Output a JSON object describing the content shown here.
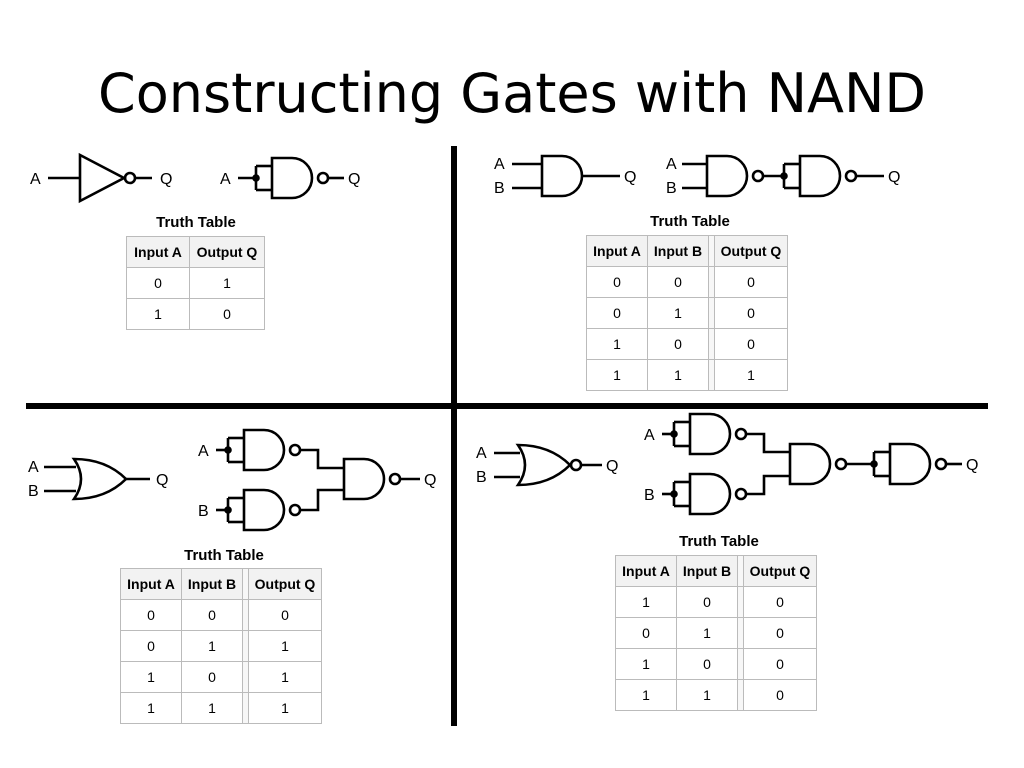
{
  "slide": {
    "title": "Constructing Gates with NAND"
  },
  "quadrants": [
    {
      "id": "not",
      "labels": {
        "input_a": "A",
        "output": "Q",
        "nand_input": "A",
        "nand_output": "Q"
      },
      "truth_table": {
        "caption": "Truth Table",
        "headers": [
          "Input A",
          "Output Q"
        ],
        "rows": [
          [
            "0",
            "1"
          ],
          [
            "1",
            "0"
          ]
        ]
      }
    },
    {
      "id": "and",
      "labels": {
        "input_a": "A",
        "input_b": "B",
        "output": "Q",
        "nand_input_a": "A",
        "nand_input_b": "B",
        "nand_output": "Q"
      },
      "truth_table": {
        "caption": "Truth Table",
        "headers": [
          "Input A",
          "Input B",
          "Output Q"
        ],
        "rows": [
          [
            "0",
            "0",
            "0"
          ],
          [
            "0",
            "1",
            "0"
          ],
          [
            "1",
            "0",
            "0"
          ],
          [
            "1",
            "1",
            "1"
          ]
        ]
      }
    },
    {
      "id": "or",
      "labels": {
        "input_a": "A",
        "input_b": "B",
        "output": "Q",
        "nand_input_a": "A",
        "nand_input_b": "B",
        "nand_output": "Q"
      },
      "truth_table": {
        "caption": "Truth Table",
        "headers": [
          "Input A",
          "Input B",
          "Output Q"
        ],
        "rows": [
          [
            "0",
            "0",
            "0"
          ],
          [
            "0",
            "1",
            "1"
          ],
          [
            "1",
            "0",
            "1"
          ],
          [
            "1",
            "1",
            "1"
          ]
        ]
      }
    },
    {
      "id": "nor",
      "labels": {
        "input_a": "A",
        "input_b": "B",
        "output": "Q",
        "nand_input_a": "A",
        "nand_input_b": "B",
        "nand_output": "Q"
      },
      "truth_table": {
        "caption": "Truth Table",
        "headers": [
          "Input A",
          "Input B",
          "Output Q"
        ],
        "rows": [
          [
            "1",
            "0",
            "0"
          ],
          [
            "0",
            "1",
            "0"
          ],
          [
            "1",
            "0",
            "0"
          ],
          [
            "1",
            "1",
            "0"
          ]
        ]
      }
    }
  ]
}
